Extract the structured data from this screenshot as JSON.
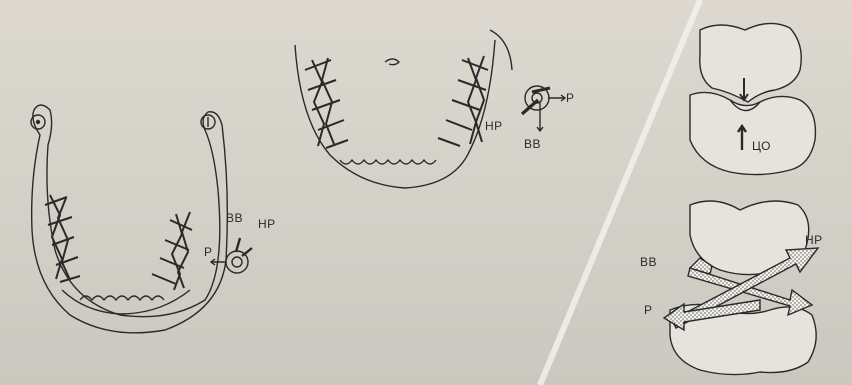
{
  "labels": {
    "lower_jaw": {
      "bb": "BB",
      "hp": "HP",
      "p": "P"
    },
    "upper_jaw": {
      "hp": "HP",
      "p": "P",
      "bb": "BB"
    },
    "tooth_pair_top": {
      "co": "ЦО"
    },
    "tooth_pair_bottom": {
      "bb": "BB",
      "hp": "HP",
      "p": "P"
    }
  }
}
